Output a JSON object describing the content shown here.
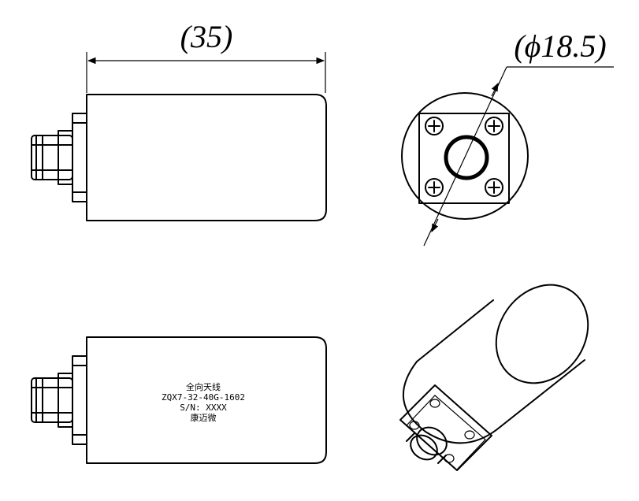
{
  "dimensions": {
    "length": "(35)",
    "diameter": "(ϕ18.5)"
  },
  "label": {
    "line1": "全向天线",
    "line2": "ZQX7-32-40G-1602",
    "line3": "S/N: XXXX",
    "line4": "康迈微"
  },
  "colors": {
    "line": "#000000",
    "background": "#ffffff"
  }
}
